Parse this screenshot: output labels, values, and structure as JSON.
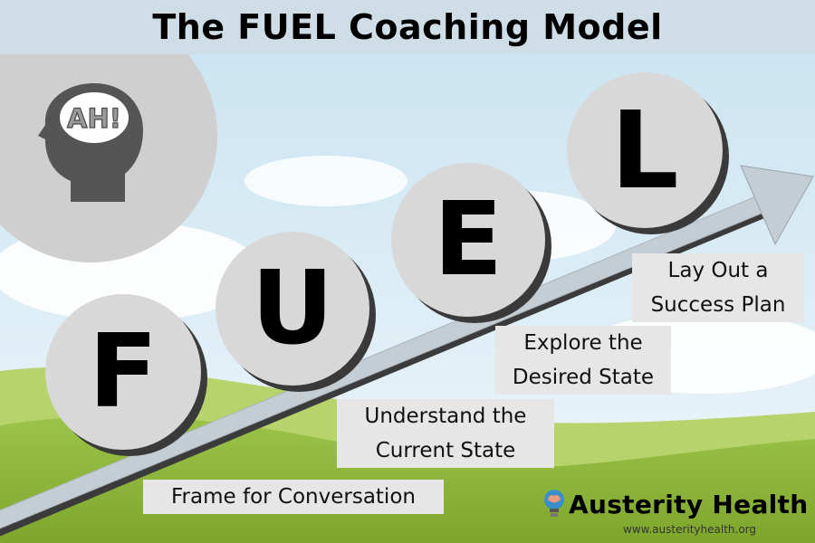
{
  "title": "The FUEL Coaching Model",
  "head_badge": "AH!",
  "letters": [
    "F",
    "U",
    "E",
    "L"
  ],
  "steps": [
    {
      "line1": "Frame for Conversation",
      "line2": ""
    },
    {
      "line1": "Understand the",
      "line2": "Current State"
    },
    {
      "line1": "Explore the",
      "line2": "Desired State"
    },
    {
      "line1": "Lay Out a",
      "line2": "Success Plan"
    }
  ],
  "brand": {
    "name": "Austerity Health",
    "url": "www.austerityhealth.org",
    "icon": "lightbulb-brain-icon"
  },
  "colors": {
    "sky_top": "#cfe6f2",
    "hill": "#8fb63a",
    "bubble": "#d8d8d8",
    "arrow": "#c4ccd4"
  }
}
